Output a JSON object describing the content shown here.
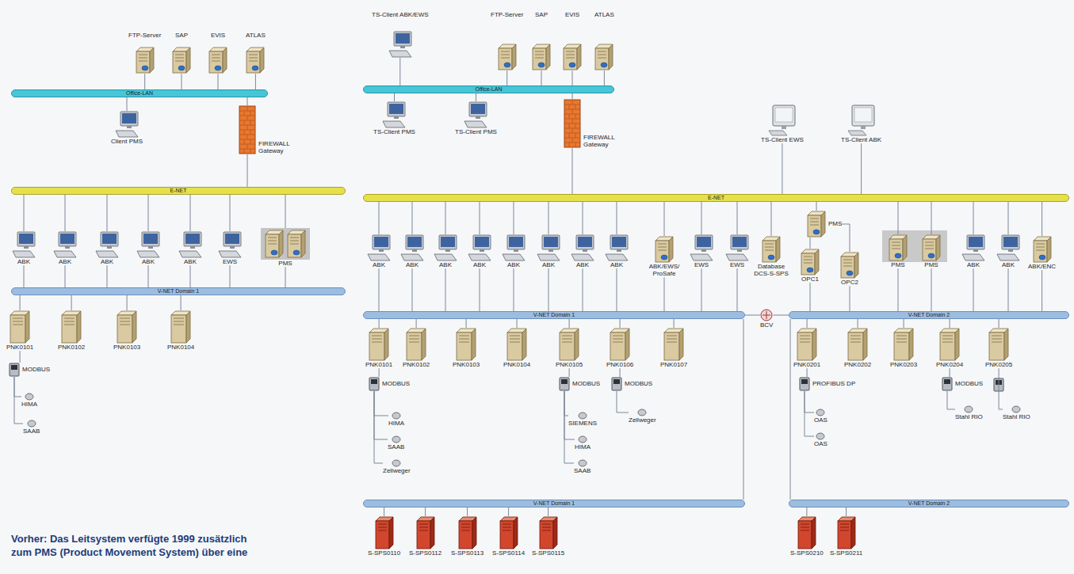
{
  "diagram": {
    "caption": "Vorher: Das Leitsystem verfügte 1999 zusätzlich zum PMS (Product Movement System) über eine",
    "nodes": [
      {
        "text": [
          "FTP-Server"
        ]
      },
      {
        "text": [
          "SAP"
        ]
      },
      {
        "text": [
          "EVIS"
        ]
      },
      {
        "text": [
          "ATLAS"
        ]
      },
      {
        "text": [
          "Office-LAN"
        ]
      },
      {
        "text": [
          "Client PMS"
        ]
      },
      {
        "text": [
          "FIREWALL Gateway"
        ]
      },
      {
        "text": [
          "E-NET"
        ]
      },
      {
        "text": [
          "ABK"
        ]
      },
      {
        "text": [
          "ABK"
        ]
      },
      {
        "text": [
          "ABK"
        ]
      },
      {
        "text": [
          "ABK"
        ]
      },
      {
        "text": [
          "ABK"
        ]
      },
      {
        "text": [
          "EWS"
        ]
      },
      {
        "text": [
          "PMS"
        ]
      },
      {
        "text": [
          "V-NET Domain 1"
        ]
      },
      {
        "text": [
          "PNK0101"
        ]
      },
      {
        "text": [
          "PNK0102"
        ]
      },
      {
        "text": [
          "PNK0103"
        ]
      },
      {
        "text": [
          "PNK0104"
        ]
      },
      {
        "text": [
          "MODBUS"
        ]
      },
      {
        "text": [
          "HIMA"
        ]
      },
      {
        "text": [
          "SAAB"
        ]
      },
      {
        "text": [
          "TS-Client ABK/EWS"
        ]
      },
      {
        "text": [
          "FTP-Server"
        ]
      },
      {
        "text": [
          "SAP"
        ]
      },
      {
        "text": [
          "EVIS"
        ]
      },
      {
        "text": [
          "ATLAS"
        ]
      },
      {
        "text": [
          "Office-LAN"
        ]
      },
      {
        "text": [
          "TS-Client PMS"
        ]
      },
      {
        "text": [
          "TS-Client PMS"
        ]
      },
      {
        "text": [
          "FIREWALL Gateway"
        ]
      },
      {
        "text": [
          "TS-Client EWS"
        ]
      },
      {
        "text": [
          "TS-Client ABK"
        ]
      },
      {
        "text": [
          "E-NET"
        ]
      },
      {
        "text": [
          "ABK"
        ]
      },
      {
        "text": [
          "ABK"
        ]
      },
      {
        "text": [
          "ABK"
        ]
      },
      {
        "text": [
          "ABK"
        ]
      },
      {
        "text": [
          "ABK"
        ]
      },
      {
        "text": [
          "ABK"
        ]
      },
      {
        "text": [
          "ABK"
        ]
      },
      {
        "text": [
          "ABK"
        ]
      },
      {
        "text": [
          "ABK/EWS/ ProSafe"
        ]
      },
      {
        "text": [
          "EWS"
        ]
      },
      {
        "text": [
          "EWS"
        ]
      },
      {
        "text": [
          "Database DCS-S-SPS"
        ]
      },
      {
        "text": [
          "PMS"
        ]
      },
      {
        "text": [
          "OPC1"
        ]
      },
      {
        "text": [
          "OPC2"
        ]
      },
      {
        "text": [
          "PMS"
        ]
      },
      {
        "text": [
          "PMS"
        ]
      },
      {
        "text": [
          "ABK"
        ]
      },
      {
        "text": [
          "ABK"
        ]
      },
      {
        "text": [
          "ABK/ENC"
        ]
      },
      {
        "text": [
          "V-NET Domain 1"
        ]
      },
      {
        "text": [
          "BCV"
        ]
      },
      {
        "text": [
          "V-NET Domain 2"
        ]
      },
      {
        "text": [
          "PNK0101"
        ]
      },
      {
        "text": [
          "PNK0102"
        ]
      },
      {
        "text": [
          "PNK0103"
        ]
      },
      {
        "text": [
          "PNK0104"
        ]
      },
      {
        "text": [
          "PNK0105"
        ]
      },
      {
        "text": [
          "PNK0106"
        ]
      },
      {
        "text": [
          "PNK0107"
        ]
      },
      {
        "text": [
          "MODBUS"
        ]
      },
      {
        "text": [
          "HIMA"
        ]
      },
      {
        "text": [
          "SAAB"
        ]
      },
      {
        "text": [
          "Zellweger"
        ]
      },
      {
        "text": [
          "MODBUS"
        ]
      },
      {
        "text": [
          "SIEMENS"
        ]
      },
      {
        "text": [
          "HIMA"
        ]
      },
      {
        "text": [
          "SAAB"
        ]
      },
      {
        "text": [
          "MODBUS"
        ]
      },
      {
        "text": [
          "Zellweger"
        ]
      },
      {
        "text": [
          "PNK0201"
        ]
      },
      {
        "text": [
          "PNK0202"
        ]
      },
      {
        "text": [
          "PNK0203"
        ]
      },
      {
        "text": [
          "PNK0204"
        ]
      },
      {
        "text": [
          "PNK0205"
        ]
      },
      {
        "text": [
          "PROFIBUS DP"
        ]
      },
      {
        "text": [
          "OAS"
        ]
      },
      {
        "text": [
          "OAS"
        ]
      },
      {
        "text": [
          "MODBUS"
        ]
      },
      {
        "text": [
          "Stahl RIO"
        ]
      },
      {
        "text": [
          "Stahl RIO"
        ]
      },
      {
        "text": [
          "V-NET Domain 1"
        ]
      },
      {
        "text": [
          "V-NET Domain 2"
        ]
      },
      {
        "text": [
          "S-SPS0110"
        ]
      },
      {
        "text": [
          "S-SPS0112"
        ]
      },
      {
        "text": [
          "S-SPS0113"
        ]
      },
      {
        "text": [
          "S-SPS0114"
        ]
      },
      {
        "text": [
          "S-SPS0115"
        ]
      },
      {
        "text": [
          "S-SPS0210"
        ]
      },
      {
        "text": [
          "S-SPS0211"
        ]
      }
    ],
    "edges": [
      {
        "from": 0,
        "to": 4,
        "arrow": "none"
      },
      {
        "from": 1,
        "to": 4,
        "arrow": "none"
      },
      {
        "from": 2,
        "to": 4,
        "arrow": "none"
      },
      {
        "from": 3,
        "to": 4,
        "arrow": "none"
      },
      {
        "from": 4,
        "to": 5,
        "arrow": "none"
      },
      {
        "from": 4,
        "to": 6,
        "arrow": "none"
      },
      {
        "from": 6,
        "to": 7,
        "arrow": "none"
      },
      {
        "from": 7,
        "to": 8,
        "arrow": "none"
      },
      {
        "from": 7,
        "to": 9,
        "arrow": "none"
      },
      {
        "from": 7,
        "to": 10,
        "arrow": "none"
      },
      {
        "from": 7,
        "to": 11,
        "arrow": "none"
      },
      {
        "from": 7,
        "to": 12,
        "arrow": "none"
      },
      {
        "from": 7,
        "to": 13,
        "arrow": "none"
      },
      {
        "from": 7,
        "to": 14,
        "arrow": "none"
      },
      {
        "from": 8,
        "to": 15,
        "arrow": "none"
      },
      {
        "from": 9,
        "to": 15,
        "arrow": "none"
      },
      {
        "from": 10,
        "to": 15,
        "arrow": "none"
      },
      {
        "from": 11,
        "to": 15,
        "arrow": "none"
      },
      {
        "from": 12,
        "to": 15,
        "arrow": "none"
      },
      {
        "from": 13,
        "to": 15,
        "arrow": "none"
      },
      {
        "from": 14,
        "to": 15,
        "arrow": "none"
      },
      {
        "from": 15,
        "to": 16,
        "arrow": "none"
      },
      {
        "from": 15,
        "to": 17,
        "arrow": "none"
      },
      {
        "from": 15,
        "to": 18,
        "arrow": "none"
      },
      {
        "from": 15,
        "to": 19,
        "arrow": "none"
      },
      {
        "from": 16,
        "to": 20,
        "arrow": "none"
      },
      {
        "from": 20,
        "to": 21,
        "arrow": "none"
      },
      {
        "from": 20,
        "to": 22,
        "arrow": "none"
      },
      {
        "from": 23,
        "to": 28,
        "arrow": "none"
      },
      {
        "from": 24,
        "to": 28,
        "arrow": "none"
      },
      {
        "from": 25,
        "to": 28,
        "arrow": "none"
      },
      {
        "from": 26,
        "to": 28,
        "arrow": "none"
      },
      {
        "from": 27,
        "to": 28,
        "arrow": "none"
      },
      {
        "from": 28,
        "to": 29,
        "arrow": "none"
      },
      {
        "from": 28,
        "to": 30,
        "arrow": "none"
      },
      {
        "from": 28,
        "to": 31,
        "arrow": "none"
      },
      {
        "from": 31,
        "to": 34,
        "arrow": "none"
      },
      {
        "from": 32,
        "to": 34,
        "arrow": "none"
      },
      {
        "from": 33,
        "to": 34,
        "arrow": "none"
      },
      {
        "from": 34,
        "to": 35,
        "arrow": "none"
      },
      {
        "from": 34,
        "to": 36,
        "arrow": "none"
      },
      {
        "from": 34,
        "to": 37,
        "arrow": "none"
      },
      {
        "from": 34,
        "to": 38,
        "arrow": "none"
      },
      {
        "from": 34,
        "to": 39,
        "arrow": "none"
      },
      {
        "from": 34,
        "to": 40,
        "arrow": "none"
      },
      {
        "from": 34,
        "to": 41,
        "arrow": "none"
      },
      {
        "from": 34,
        "to": 42,
        "arrow": "none"
      },
      {
        "from": 34,
        "to": 43,
        "arrow": "none"
      },
      {
        "from": 34,
        "to": 44,
        "arrow": "none"
      },
      {
        "from": 34,
        "to": 45,
        "arrow": "none"
      },
      {
        "from": 34,
        "to": 46,
        "arrow": "none"
      },
      {
        "from": 34,
        "to": 47,
        "arrow": "none"
      },
      {
        "from": 34,
        "to": 50,
        "arrow": "none"
      },
      {
        "from": 34,
        "to": 51,
        "arrow": "none"
      },
      {
        "from": 34,
        "to": 52,
        "arrow": "none"
      },
      {
        "from": 34,
        "to": 53,
        "arrow": "none"
      },
      {
        "from": 34,
        "to": 54,
        "arrow": "none"
      },
      {
        "from": 47,
        "to": 48,
        "arrow": "none"
      },
      {
        "from": 47,
        "to": 49,
        "arrow": "none"
      },
      {
        "from": 35,
        "to": 55,
        "arrow": "none"
      },
      {
        "from": 36,
        "to": 55,
        "arrow": "none"
      },
      {
        "from": 37,
        "to": 55,
        "arrow": "none"
      },
      {
        "from": 38,
        "to": 55,
        "arrow": "none"
      },
      {
        "from": 39,
        "to": 55,
        "arrow": "none"
      },
      {
        "from": 40,
        "to": 55,
        "arrow": "none"
      },
      {
        "from": 41,
        "to": 55,
        "arrow": "none"
      },
      {
        "from": 42,
        "to": 55,
        "arrow": "none"
      },
      {
        "from": 43,
        "to": 55,
        "arrow": "none"
      },
      {
        "from": 44,
        "to": 55,
        "arrow": "none"
      },
      {
        "from": 45,
        "to": 55,
        "arrow": "none"
      },
      {
        "from": 48,
        "to": 57,
        "arrow": "none"
      },
      {
        "from": 49,
        "to": 57,
        "arrow": "none"
      },
      {
        "from": 50,
        "to": 57,
        "arrow": "none"
      },
      {
        "from": 51,
        "to": 57,
        "arrow": "none"
      },
      {
        "from": 52,
        "to": 57,
        "arrow": "none"
      },
      {
        "from": 53,
        "to": 57,
        "arrow": "none"
      },
      {
        "from": 54,
        "to": 57,
        "arrow": "none"
      },
      {
        "from": 55,
        "to": 56,
        "arrow": "none"
      },
      {
        "from": 56,
        "to": 57,
        "arrow": "none"
      },
      {
        "from": 55,
        "to": 58,
        "arrow": "none"
      },
      {
        "from": 55,
        "to": 59,
        "arrow": "none"
      },
      {
        "from": 55,
        "to": 60,
        "arrow": "none"
      },
      {
        "from": 55,
        "to": 61,
        "arrow": "none"
      },
      {
        "from": 55,
        "to": 62,
        "arrow": "none"
      },
      {
        "from": 55,
        "to": 63,
        "arrow": "none"
      },
      {
        "from": 55,
        "to": 64,
        "arrow": "none"
      },
      {
        "from": 57,
        "to": 75,
        "arrow": "none"
      },
      {
        "from": 57,
        "to": 76,
        "arrow": "none"
      },
      {
        "from": 57,
        "to": 77,
        "arrow": "none"
      },
      {
        "from": 57,
        "to": 78,
        "arrow": "none"
      },
      {
        "from": 57,
        "to": 79,
        "arrow": "none"
      },
      {
        "from": 58,
        "to": 65,
        "arrow": "none"
      },
      {
        "from": 65,
        "to": 66,
        "arrow": "none"
      },
      {
        "from": 65,
        "to": 67,
        "arrow": "none"
      },
      {
        "from": 65,
        "to": 68,
        "arrow": "none"
      },
      {
        "from": 62,
        "to": 69,
        "arrow": "none"
      },
      {
        "from": 69,
        "to": 70,
        "arrow": "none"
      },
      {
        "from": 69,
        "to": 71,
        "arrow": "none"
      },
      {
        "from": 69,
        "to": 72,
        "arrow": "none"
      },
      {
        "from": 63,
        "to": 73,
        "arrow": "none"
      },
      {
        "from": 73,
        "to": 74,
        "arrow": "none"
      },
      {
        "from": 75,
        "to": 80,
        "arrow": "none"
      },
      {
        "from": 80,
        "to": 81,
        "arrow": "none"
      },
      {
        "from": 80,
        "to": 82,
        "arrow": "none"
      },
      {
        "from": 78,
        "to": 83,
        "arrow": "none"
      },
      {
        "from": 83,
        "to": 84,
        "arrow": "none"
      },
      {
        "from": 79,
        "to": 85,
        "arrow": "none"
      },
      {
        "from": 55,
        "to": 86,
        "arrow": "none"
      },
      {
        "from": 57,
        "to": 87,
        "arrow": "none"
      },
      {
        "from": 86,
        "to": 88,
        "arrow": "none"
      },
      {
        "from": 86,
        "to": 89,
        "arrow": "none"
      },
      {
        "from": 86,
        "to": 90,
        "arrow": "none"
      },
      {
        "from": 86,
        "to": 91,
        "arrow": "none"
      },
      {
        "from": 86,
        "to": 92,
        "arrow": "none"
      },
      {
        "from": 87,
        "to": 93,
        "arrow": "none"
      },
      {
        "from": 87,
        "to": 94,
        "arrow": "none"
      }
    ]
  }
}
